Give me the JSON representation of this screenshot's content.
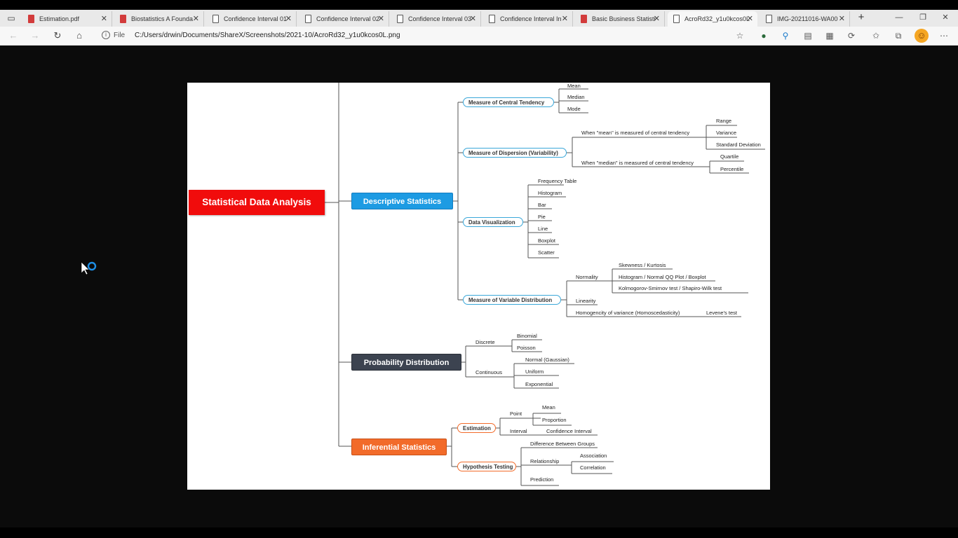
{
  "browser": {
    "tabs": [
      {
        "label": "Estimation.pdf",
        "icon": "pdf-icon"
      },
      {
        "label": "Biostatistics A Founda",
        "icon": "pdf-icon"
      },
      {
        "label": "Confidence Interval 01",
        "icon": "document-icon"
      },
      {
        "label": "Confidence Interval 02",
        "icon": "document-icon"
      },
      {
        "label": "Confidence Interval 03",
        "icon": "document-icon"
      },
      {
        "label": "Confidence Interval In",
        "icon": "document-icon"
      },
      {
        "label": "Basic Business Statisti",
        "icon": "pdf-icon"
      },
      {
        "label": "AcroRd32_y1u0kcos0L",
        "icon": "document-icon",
        "active": true
      },
      {
        "label": "IMG-20211016-WA00",
        "icon": "document-icon"
      }
    ],
    "file_label": "File",
    "url": "C:/Users/drwin/Documents/ShareX/Screenshots/2021-10/AcroRd32_y1u0kcos0L.png"
  },
  "mindmap": {
    "root": "Statistical Data Analysis",
    "descriptive": {
      "label": "Descriptive Statistics",
      "central_tendency": {
        "label": "Measure of Central Tendency",
        "items": [
          "Mean",
          "Median",
          "Mode"
        ]
      },
      "dispersion": {
        "label": "Measure of Dispersion (Variability)",
        "mean_case": {
          "label": "When \"mean\" is measured of central tendency",
          "items": [
            "Range",
            "Variance",
            "Standard Deviation"
          ]
        },
        "median_case": {
          "label": "When \"median\" is measured of central tendency",
          "items": [
            "Quartile",
            "Percentile"
          ]
        }
      },
      "visualization": {
        "label": "Data Visualization",
        "items": [
          "Frequency Table",
          "Histogram",
          "Bar",
          "Pie",
          "Line",
          "Boxplot",
          "Scatter"
        ]
      },
      "distribution": {
        "label": "Measure of Variable Distribution",
        "normality": {
          "label": "Normality",
          "items": [
            "Skewness / Kurtosis",
            "Histogram / Normal QQ Plot / Boxplot",
            "Kolmogorov-Smirnov test / Shapiro-Wilk test"
          ]
        },
        "linearity": "Linearity",
        "homogeneity": {
          "label": "Homogencity of variance (Homoscedasticity)",
          "test": "Levene's test"
        }
      }
    },
    "probability": {
      "label": "Probability Distribution",
      "discrete": {
        "label": "Discrete",
        "items": [
          "Binomial",
          "Poisson"
        ]
      },
      "continuous": {
        "label": "Continuous",
        "items": [
          "Normal (Gaussian)",
          "Uniform",
          "Exponential"
        ]
      }
    },
    "inferential": {
      "label": "Inferential Statistics",
      "estimation": {
        "label": "Estimation",
        "point": {
          "label": "Point",
          "items": [
            "Mean",
            "Proportion"
          ]
        },
        "interval": {
          "label": "Interval",
          "item": "Confidence Interval"
        }
      },
      "hypothesis": {
        "label": "Hypothesis Testing",
        "differences": "Difference Between Groups",
        "relationship": {
          "label": "Relationship",
          "items": [
            "Association",
            "Correlation"
          ]
        },
        "prediction": "Prediction"
      }
    },
    "colors": {
      "root": "#f10c0c",
      "descriptive": "#1d9be3",
      "probability": "#3c4350",
      "inferential": "#f26b2a",
      "sub_border_blue": "#3aa7d9",
      "sub_border_orange": "#f26b2a"
    }
  }
}
